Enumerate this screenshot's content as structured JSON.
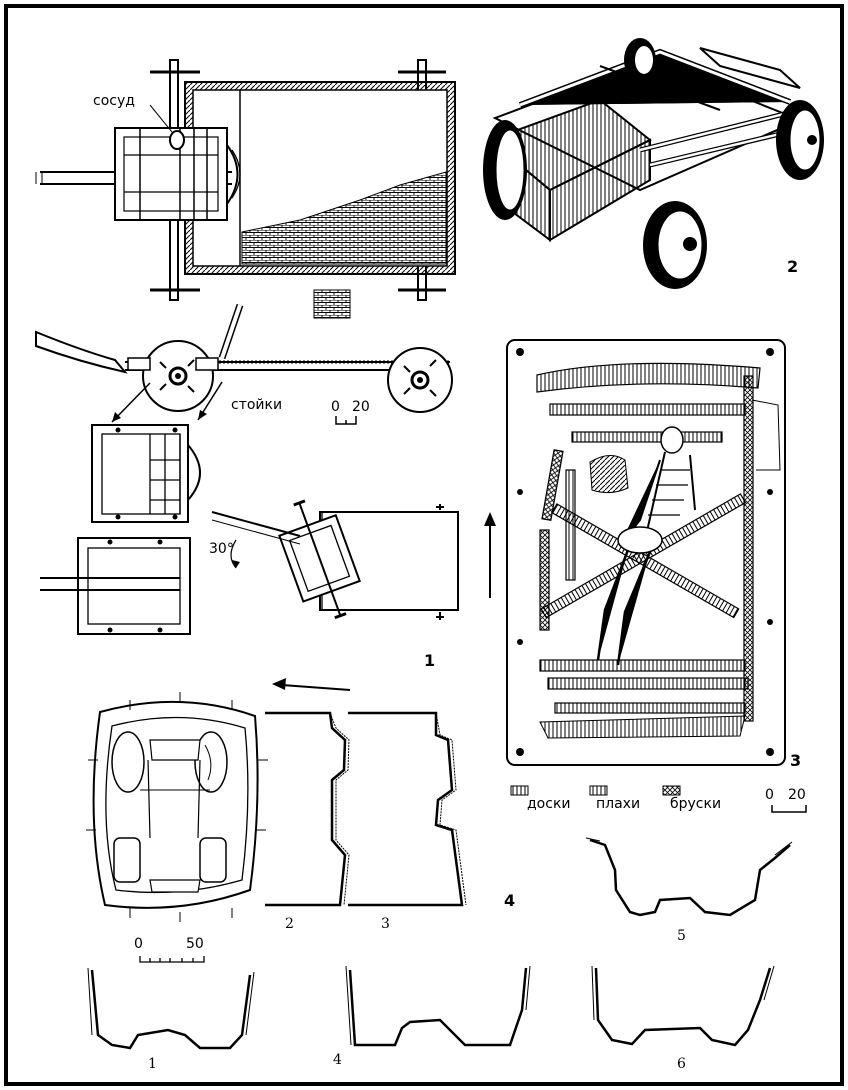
{
  "labels": {
    "vessel": "сосуд",
    "posts": "стойки",
    "angle": "30°",
    "fig1": "1",
    "fig2": "2",
    "fig3": "3",
    "fig4": "4",
    "sec1": "1",
    "sec2": "2",
    "sec3": "3",
    "sec4": "4",
    "sec5": "5",
    "sec6": "6"
  },
  "legend": {
    "boards": "доски",
    "planks": "плахи",
    "beams": "бруски"
  },
  "scales": {
    "s1": {
      "zero": "0",
      "max": "20"
    },
    "s3": {
      "zero": "0",
      "max": "20"
    },
    "s4": {
      "zero": "0",
      "max": "50"
    }
  }
}
